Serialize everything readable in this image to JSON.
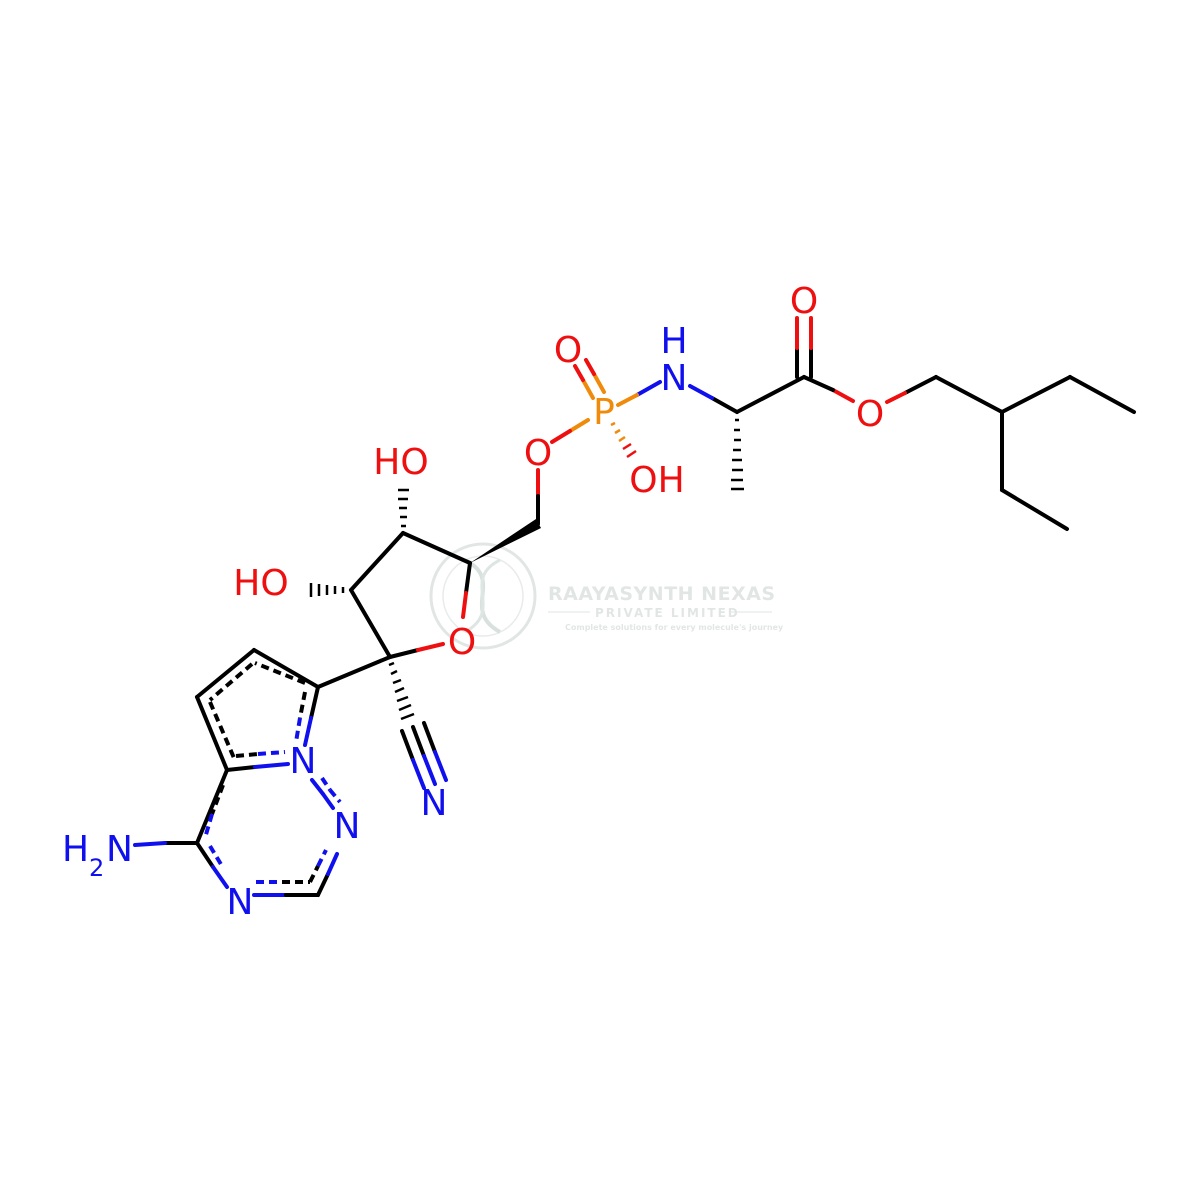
{
  "colors": {
    "carbon": "#000000",
    "nitrogen": "#1010ee",
    "oxygen": "#ee1010",
    "phosphorus": "#f08a0a",
    "watermark": "#c9d2cf"
  },
  "atoms": {
    "o_carbonyl_p": "O",
    "nh_n": "N",
    "nh_h": "H",
    "p": "P",
    "o_ester_p": "O",
    "oh_p": "OH",
    "o_carbonyl_c": "O",
    "o_ester_c": "O",
    "oh_3": "HO",
    "oh_2": "HO",
    "o_ring": "O",
    "n_bridge": "N",
    "n_triazine_1": "N",
    "n_triazine_2": "N",
    "nitrile_n": "N",
    "amine_n": "N",
    "amine_h": "H",
    "amine_sub": "2"
  },
  "watermark": {
    "name": "RAAYASYNTH NEXAS",
    "sub": "PRIVATE LIMITED",
    "tagline": "Complete solutions for every molecule's journey"
  }
}
